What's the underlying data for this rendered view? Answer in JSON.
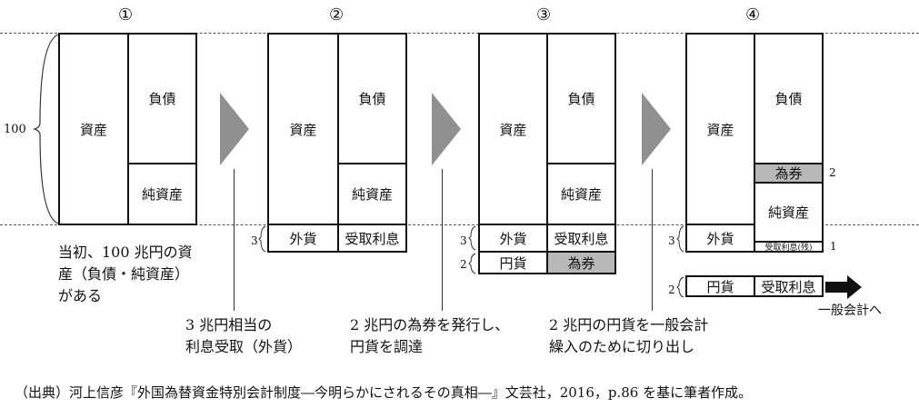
{
  "steps": [
    "①",
    "②",
    "③",
    "④"
  ],
  "scale_label": "100",
  "labels": {
    "assets": "資産",
    "liabilities": "負債",
    "net_assets": "純資産",
    "foreign_currency": "外貨",
    "interest_received": "受取利息",
    "yen_currency": "円貨",
    "fx_bill": "為券",
    "interest_remaining": "受取利息(残)"
  },
  "amounts": {
    "three": "3",
    "two": "2",
    "one": "1"
  },
  "notes": {
    "initial": [
      "当初、100 兆円の資",
      "産（負債・純資産）",
      "がある"
    ],
    "step2": [
      "3 兆円相当の",
      "利息受取（外貨）"
    ],
    "step3": [
      "2 兆円の為券を発行し、",
      "円貨を調達"
    ],
    "step4": [
      "2 兆円の円貨を一般会計",
      "繰入のために切り出し"
    ]
  },
  "to_general_account": "一般会計へ",
  "source": "（出典）河上信彦『外国為替資金特別会計制度―今明らかにされるその真相―』文芸社，2016，p.86 を基に筆者作成。"
}
